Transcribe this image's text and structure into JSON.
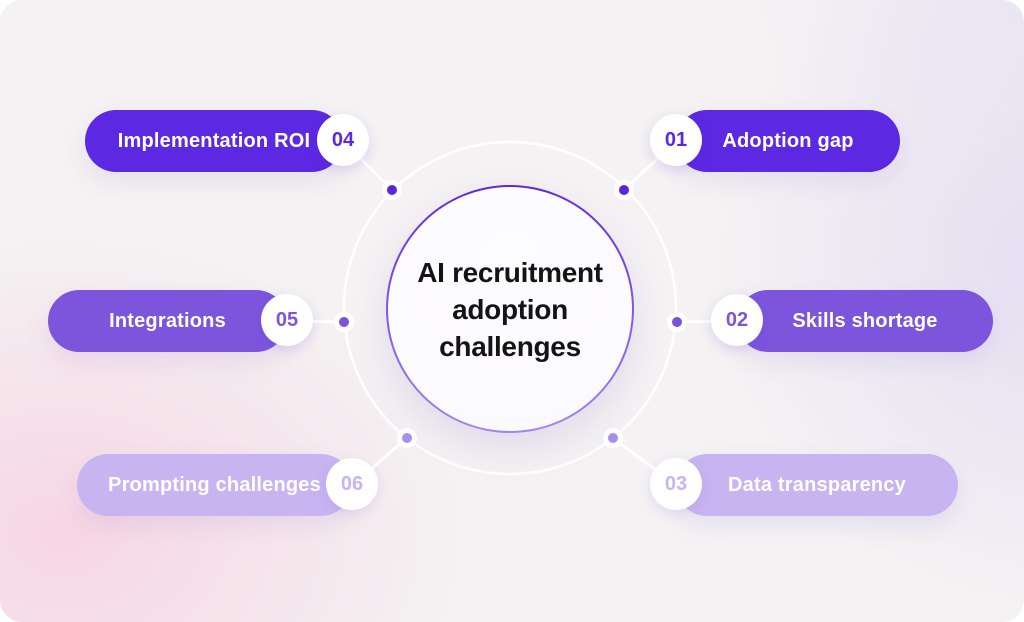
{
  "diagram": {
    "center_title": "AI recruitment adoption challenges",
    "items": [
      {
        "number": "01",
        "label": "Adoption gap",
        "tier": "dark"
      },
      {
        "number": "02",
        "label": "Skills shortage",
        "tier": "medium"
      },
      {
        "number": "03",
        "label": "Data transparency",
        "tier": "light"
      },
      {
        "number": "04",
        "label": "Implementation ROI",
        "tier": "dark"
      },
      {
        "number": "05",
        "label": "Integrations",
        "tier": "medium"
      },
      {
        "number": "06",
        "label": "Prompting challenges",
        "tier": "light"
      }
    ]
  },
  "colors": {
    "tier_dark": "#5d28e2",
    "tier_medium": "#7d55dc",
    "tier_light": "#c7b4f1",
    "dot_dark": "#5c24dd",
    "dot_medium": "#7b52dc",
    "dot_light": "#aa90ec",
    "badge_background": "#ffffff",
    "pill_text": "#ffffff",
    "center_text": "#141418",
    "connector": "#ffffff",
    "circle_border_start": "#6326de",
    "circle_border_end": "#a286ef"
  }
}
